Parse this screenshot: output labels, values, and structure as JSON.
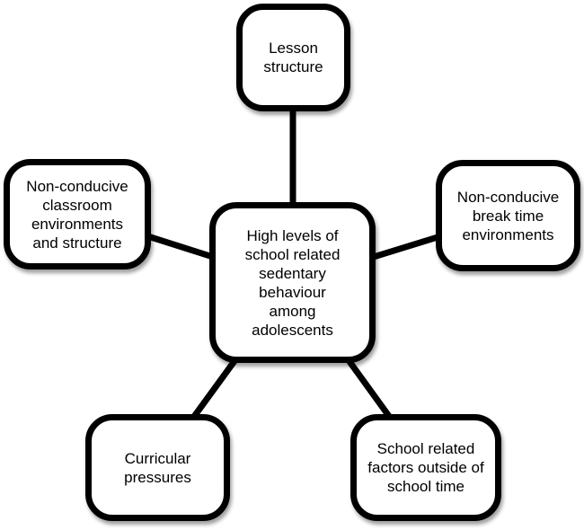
{
  "nodes": {
    "center": {
      "label": "High levels of school related sedentary behaviour among adolescents"
    },
    "top": {
      "label": "Lesson structure"
    },
    "left": {
      "label": "Non-conducive classroom environments and structure"
    },
    "right": {
      "label": "Non-conducive break time environments"
    },
    "bottom_left": {
      "label": "Curricular pressures"
    },
    "bottom_right": {
      "label": "School related factors outside of school time"
    }
  },
  "edges": [
    {
      "from": "top",
      "to": "center"
    },
    {
      "from": "left",
      "to": "center"
    },
    {
      "from": "right",
      "to": "center"
    },
    {
      "from": "bottom_left",
      "to": "center"
    },
    {
      "from": "bottom_right",
      "to": "center"
    }
  ],
  "colors": {
    "background": "#ffffff",
    "node_fill": "#ffffff",
    "node_border": "#000000",
    "connector": "#000000",
    "text": "#000000"
  }
}
